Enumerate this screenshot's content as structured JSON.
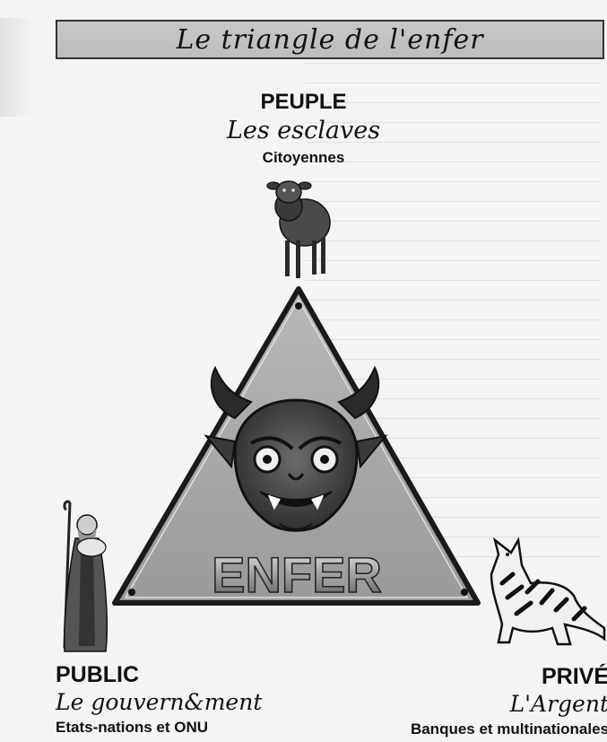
{
  "banner": {
    "title": "Le triangle de l'enfer"
  },
  "top": {
    "heading": "PEUPLE",
    "script": "Les esclaves",
    "sub": "Citoyennes"
  },
  "left": {
    "heading": "PUBLIC",
    "script": "Le gouvern&ment",
    "sub": "Etats-nations et ONU"
  },
  "right": {
    "heading": "PRIVÉ",
    "script": "L'Argent",
    "sub": "Banques et multinationales"
  },
  "center": {
    "label": "ENFER"
  },
  "icons": [
    "sheep-icon",
    "demon-head-icon",
    "shepherd-icon",
    "wolf-icon"
  ]
}
